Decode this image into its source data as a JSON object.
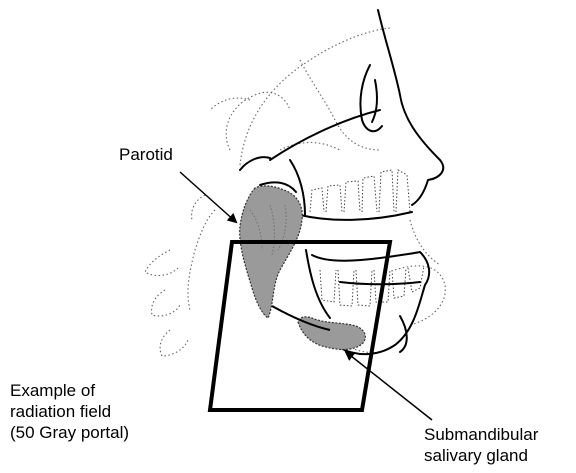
{
  "labels": {
    "parotid": "Parotid",
    "radiation_field": [
      "Example of",
      "radiation field",
      "(50 Gray portal)"
    ],
    "submandibular": [
      "Submandibular",
      "salivary gland"
    ]
  },
  "colors": {
    "ink": "#000000",
    "gland_fill": "#9a9a9a",
    "sketch": "#555555",
    "background": "#ffffff"
  }
}
